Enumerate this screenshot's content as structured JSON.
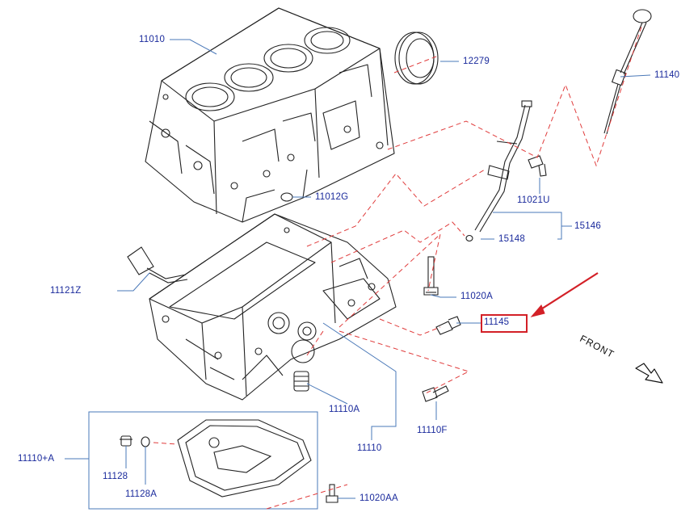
{
  "colors": {
    "label": "#1a2a9c",
    "part_line": "#222222",
    "leader": "#4a78b8",
    "dashed": "#e03c3c",
    "highlight": "#d32027"
  },
  "labels": {
    "p11010": "11010",
    "p12279": "12279",
    "p11140": "11140",
    "p11012G": "11012G",
    "p11021U": "11021U",
    "p15146": "15146",
    "p15148": "15148",
    "p11121Z": "11121Z",
    "p11020A": "11020A",
    "p11145": "11145",
    "p11110A": "11110A",
    "p11110": "11110",
    "p11110F": "11110F",
    "p11110plusA": "11110+A",
    "p11128": "11128",
    "p11128A": "11128A",
    "p11020AA": "11020AA"
  },
  "direction": {
    "text": "FRONT"
  },
  "highlighted_part": "11145",
  "icons": {
    "arrow": "red-callout-arrow",
    "front_arrow": "hollow-direction-arrow"
  }
}
